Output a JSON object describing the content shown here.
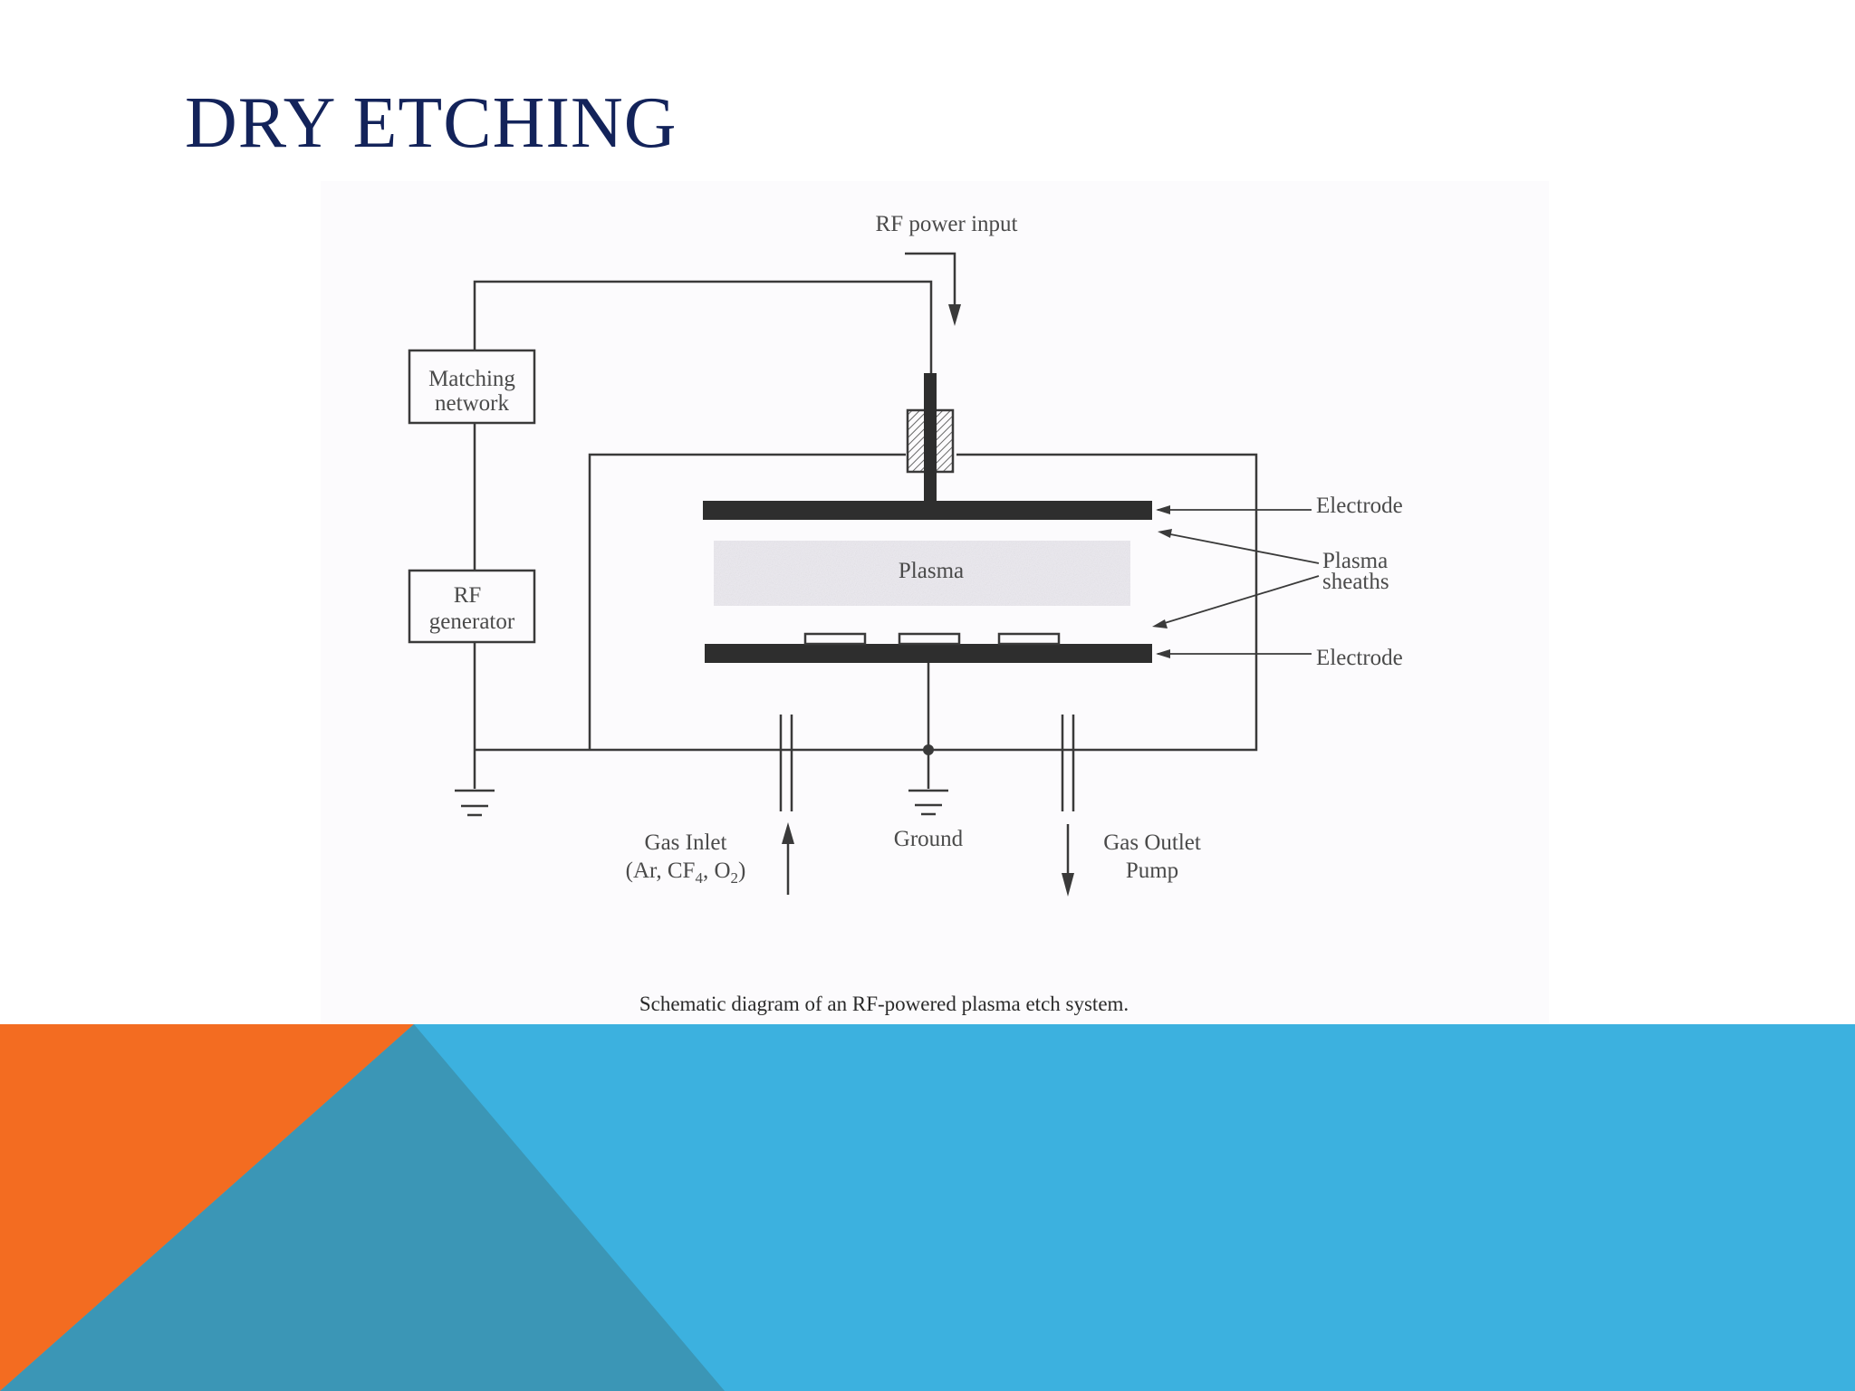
{
  "slide": {
    "title": "DRY ETCHING"
  },
  "diagram": {
    "rf_power_input": "RF power input",
    "matching_network": [
      "Matching",
      "network"
    ],
    "rf_generator": [
      "RF",
      "generator"
    ],
    "electrode_top": "Electrode",
    "electrode_bottom": "Electrode",
    "plasma": "Plasma",
    "plasma_sheaths": [
      "Plasma",
      "sheaths"
    ],
    "ground": "Ground",
    "gas_inlet": "Gas Inlet",
    "gas_inlet_species": {
      "open": "(Ar, CF",
      "sub1": "4",
      "mid": ", O",
      "sub2": "2",
      "close": ")"
    },
    "gas_outlet": [
      "Gas Outlet",
      "Pump"
    ],
    "caption": "Schematic diagram of an RF-powered plasma etch system."
  },
  "colors": {
    "title": "#13235a",
    "orange": "#f36c21",
    "teal_dark": "#3b96b6",
    "blue": "#3cb1df",
    "line": "#3a3a3a"
  }
}
